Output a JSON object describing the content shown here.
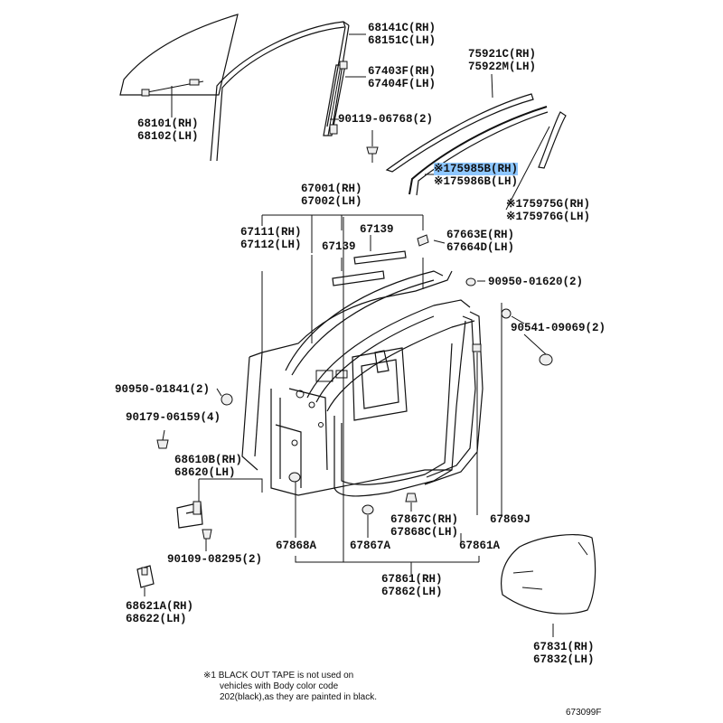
{
  "labels": {
    "glass": [
      "68101(RH)",
      "68102(LH)"
    ],
    "run_channel": [
      "68141C(RH)",
      "68151C(LH)"
    ],
    "division_bar": [
      "67403F(RH)",
      "67404F(LH)"
    ],
    "bolt_06768": "90119-06768(2)",
    "moulding_top": [
      "75921C(RH)",
      "75922M(LH)"
    ],
    "tape_front": [
      "※175985B(RH)",
      "※175986B(LH)"
    ],
    "tape_rear": [
      "※175975G(RH)",
      "※175976G(LH)"
    ],
    "door_panel": [
      "67001(RH)",
      "67002(LH)"
    ],
    "door_inner": [
      "67111(RH)",
      "67112(LH)"
    ],
    "reinforcement_a": "67139",
    "reinforcement_b": "67139",
    "cover_67663": [
      "67663E(RH)",
      "67664D(LH)"
    ],
    "cushion_01620": "90950-01620(2)",
    "cushion_09069": "90541-09069(2)",
    "plug_01841": "90950-01841(2)",
    "bolt_06159": "90179-06159(4)",
    "hinge_upper": [
      "68610B(RH)",
      "68620(LH)"
    ],
    "bolt_08295": "90109-08295(2)",
    "hinge_lower": [
      "68621A(RH)",
      "68622(LH)"
    ],
    "clip_67868a": "67868A",
    "clip_67867a": "67867A",
    "clip_67867c": [
      "67867C(RH)",
      "67868C(LH)"
    ],
    "weatherstrip_67869j": "67869J",
    "weatherstrip_67861a": "67861A",
    "weatherstrip_main": [
      "67861(RH)",
      "67862(LH)"
    ],
    "service_hole_cover": [
      "67831(RH)",
      "67832(LH)"
    ]
  },
  "highlight_label": "tape_front",
  "footnote": [
    "※1 BLACK OUT TAPE is not used on",
    "vehicles with Body color code",
    "202(black),as they are painted in black."
  ],
  "diagram_code": "673099F",
  "colors": {
    "highlight": "#8ec7ff",
    "line": "#111111"
  }
}
